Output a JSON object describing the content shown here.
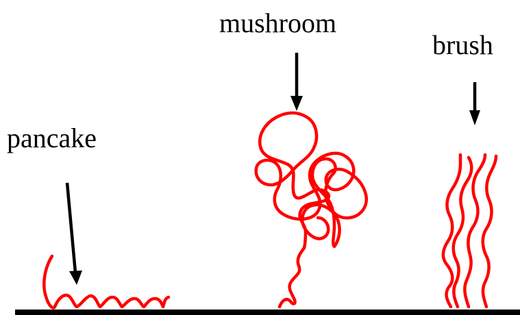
{
  "labels": {
    "pancake": "pancake",
    "mushroom": "mushroom",
    "brush": "brush"
  },
  "colors": {
    "polymer_chain": "#ff0000",
    "surface": "#000000",
    "arrow": "#000000",
    "text": "#000000",
    "background": "#ffffff"
  }
}
